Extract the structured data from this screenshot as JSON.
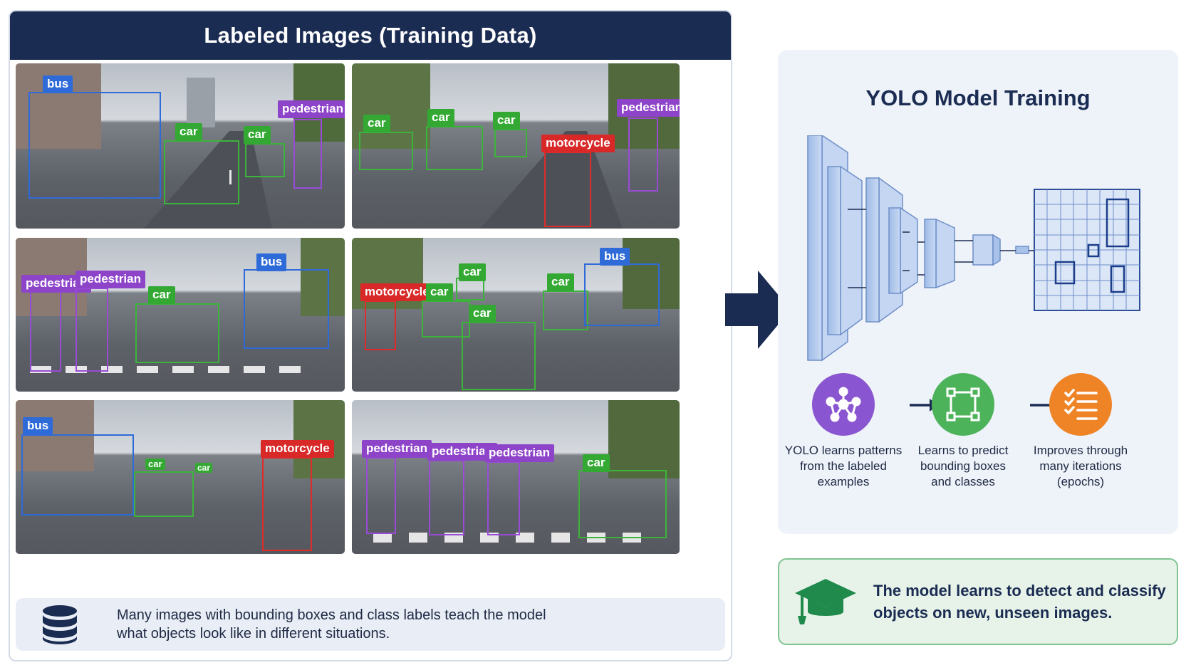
{
  "left_panel": {
    "title": "Labeled Images (Training Data)",
    "info_text": "Many images with bounding boxes and class labels teach the model what objects look like in different situations.",
    "info_icon": "database-icon"
  },
  "labels": {
    "bus": "bus",
    "car": "car",
    "pedestrian": "pedestrian",
    "motorcycle": "motorcycle"
  },
  "label_colors": {
    "bus": "#2f6bd8",
    "car": "#33a933",
    "pedestrian": "#8e44c9",
    "motorcycle": "#d92828"
  },
  "right_panel": {
    "title": "YOLO Model Training",
    "steps": [
      {
        "text_line1": "YOLO learns patterns",
        "text_line2": "from the labeled",
        "text_line3": "examples",
        "icon": "network-nodes-icon",
        "color": "#8a55d0"
      },
      {
        "text_line1": "Learns to predict",
        "text_line2": "bounding boxes",
        "text_line3": "and classes",
        "icon": "bounding-box-icon",
        "color": "#4db35a"
      },
      {
        "text_line1": "Improves through",
        "text_line2": "many iterations",
        "text_line3": "(epochs)",
        "icon": "checklist-icon",
        "color": "#ef8426"
      }
    ]
  },
  "callout": {
    "text": "The model learns to detect and classify objects on new, unseen images.",
    "icon": "graduation-cap-icon"
  }
}
